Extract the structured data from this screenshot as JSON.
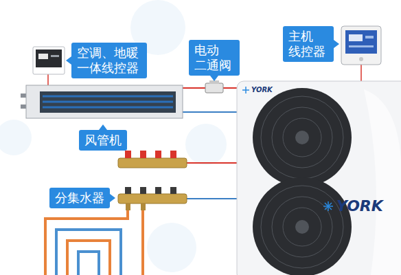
{
  "diagram": {
    "nodes": [
      {
        "text": [
          "空调、地暖 一体线控器"
        ]
      },
      {
        "text": [
          "电动 二通阀"
        ]
      },
      {
        "text": [
          "主机 线控器"
        ]
      },
      {
        "text": [
          "风管机"
        ]
      },
      {
        "text": [
          "分集水器"
        ]
      }
    ],
    "labels": [
      "YORK",
      "YORK"
    ]
  }
}
